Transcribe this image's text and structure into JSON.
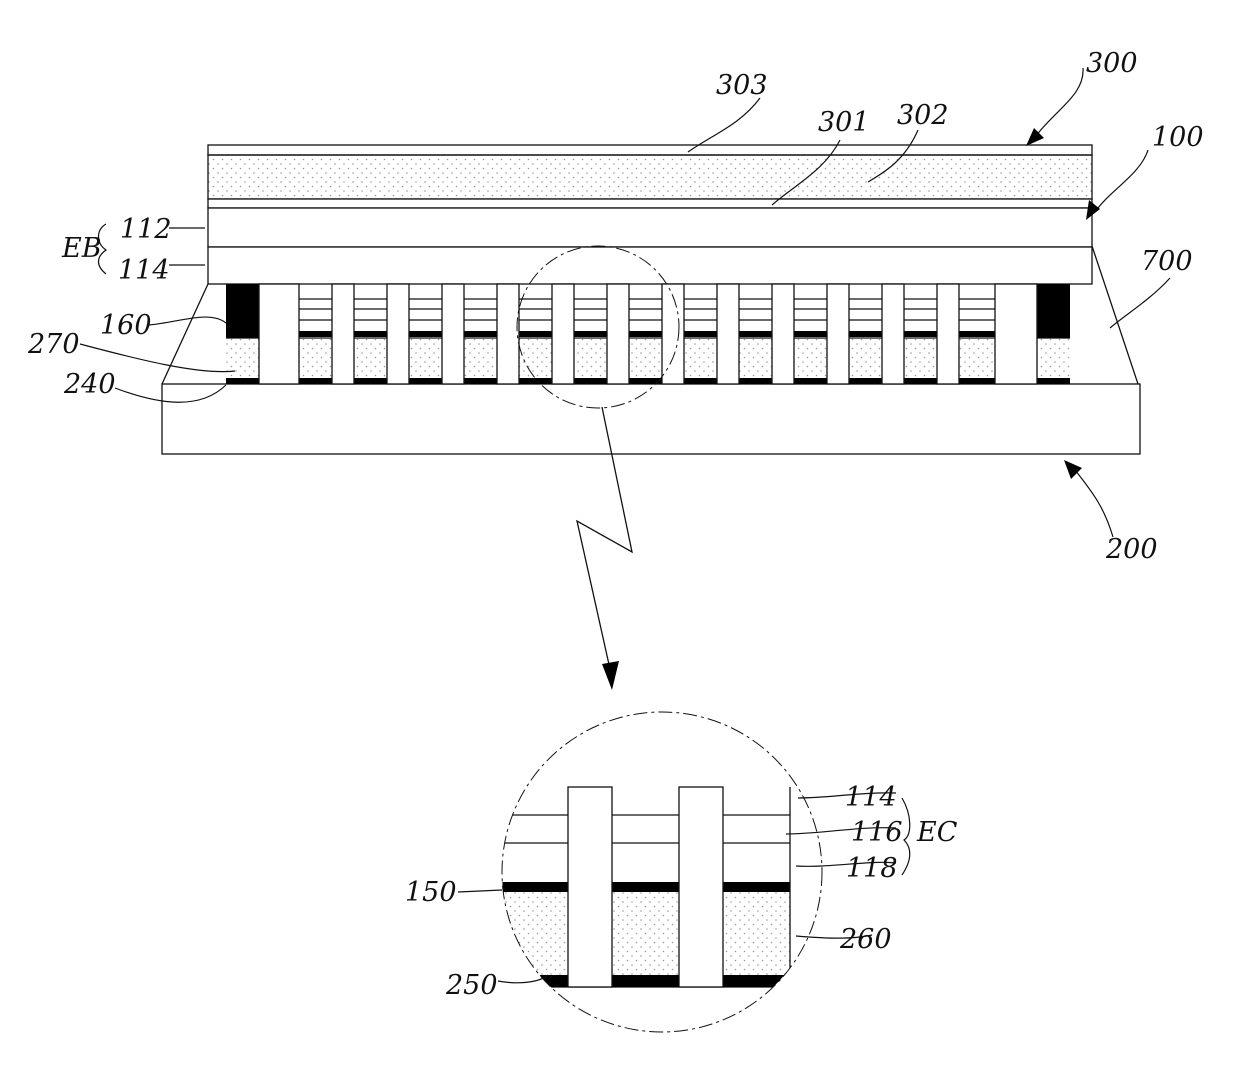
{
  "labels": {
    "l300": "300",
    "l303": "303",
    "l301": "301",
    "l302": "302",
    "l100": "100",
    "lEB": "EB",
    "l112": "112",
    "l114_top": "114",
    "l700": "700",
    "l160": "160",
    "l270": "270",
    "l240": "240",
    "l200": "200",
    "l114_detail": "114",
    "l116": "116",
    "l118": "118",
    "lEC": "EC",
    "l150": "150",
    "l260": "260",
    "l250": "250"
  },
  "colors": {
    "line": "#111111",
    "fill_black": "#000000",
    "stipple": "#9a9a9a",
    "background": "#ffffff"
  }
}
